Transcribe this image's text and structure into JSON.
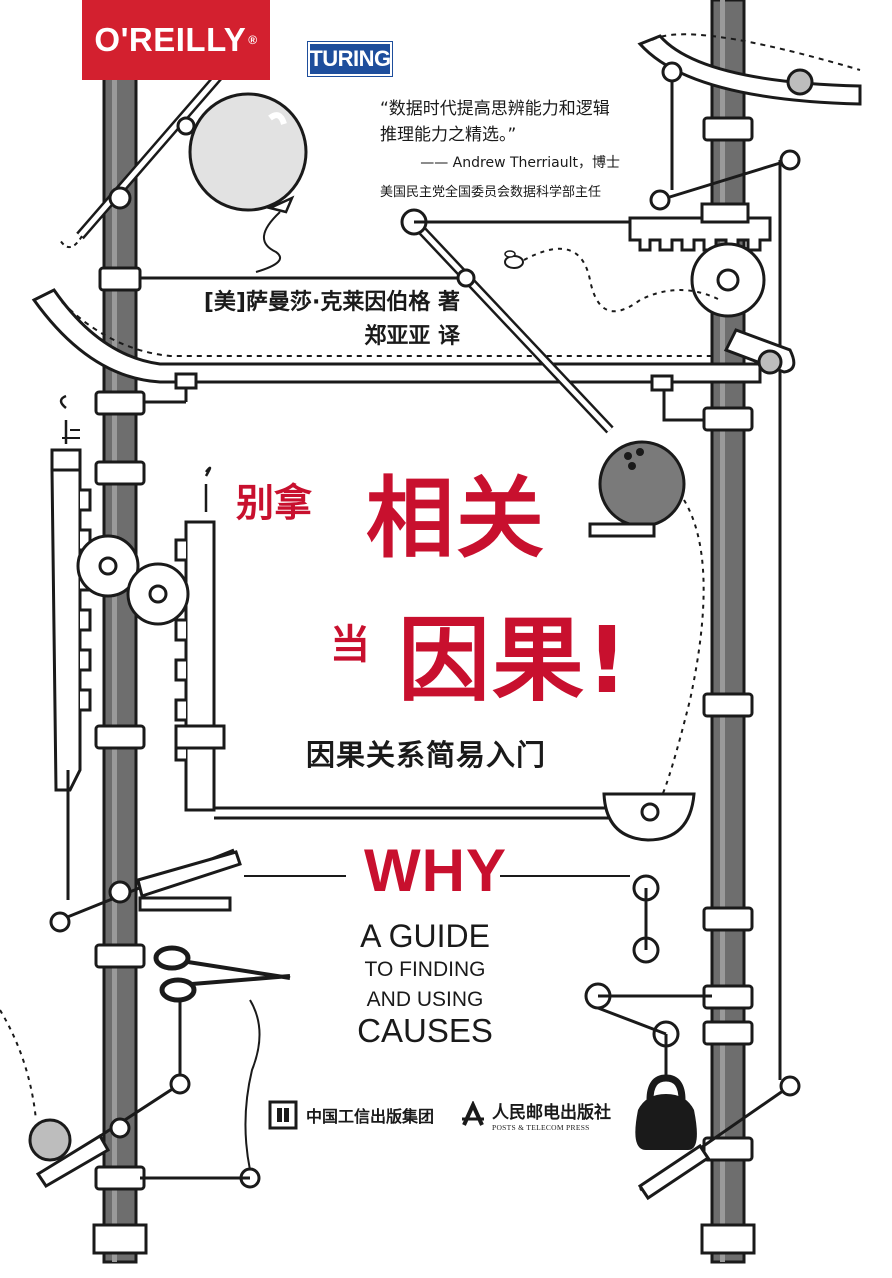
{
  "branding": {
    "publisher_logo": "O'REILLY",
    "registered_mark": "®",
    "series_logo": "TURING"
  },
  "quote": {
    "line1": "“数据时代提高思辨能力和逻辑",
    "line2": "推理能力之精选。”",
    "attribution": "—— Andrew Therriault，博士",
    "role": "美国民主党全国委员会数据科学部主任"
  },
  "authors": {
    "author": "[美]萨曼莎·克莱因伯格 著",
    "translator": "郑亚亚 译"
  },
  "title": {
    "part1_small": "别拿",
    "part1_large": "相关",
    "part2_small": "当",
    "part2_large": "因果!",
    "subtitle": "因果关系简易入门"
  },
  "english_title": {
    "why": "WHY",
    "line1": "A GUIDE",
    "line2": "TO FINDING",
    "line3": "AND USING",
    "line4": "CAUSES"
  },
  "publishers": {
    "pub1": "中国工信出版集团",
    "pub2_cn": "人民邮电出版社",
    "pub2_en": "POSTS & TELECOM PRESS"
  },
  "colors": {
    "accent_red": "#c8102e",
    "turing_blue": "#1e4e9c",
    "pole_gray": "#6b6b6b"
  }
}
